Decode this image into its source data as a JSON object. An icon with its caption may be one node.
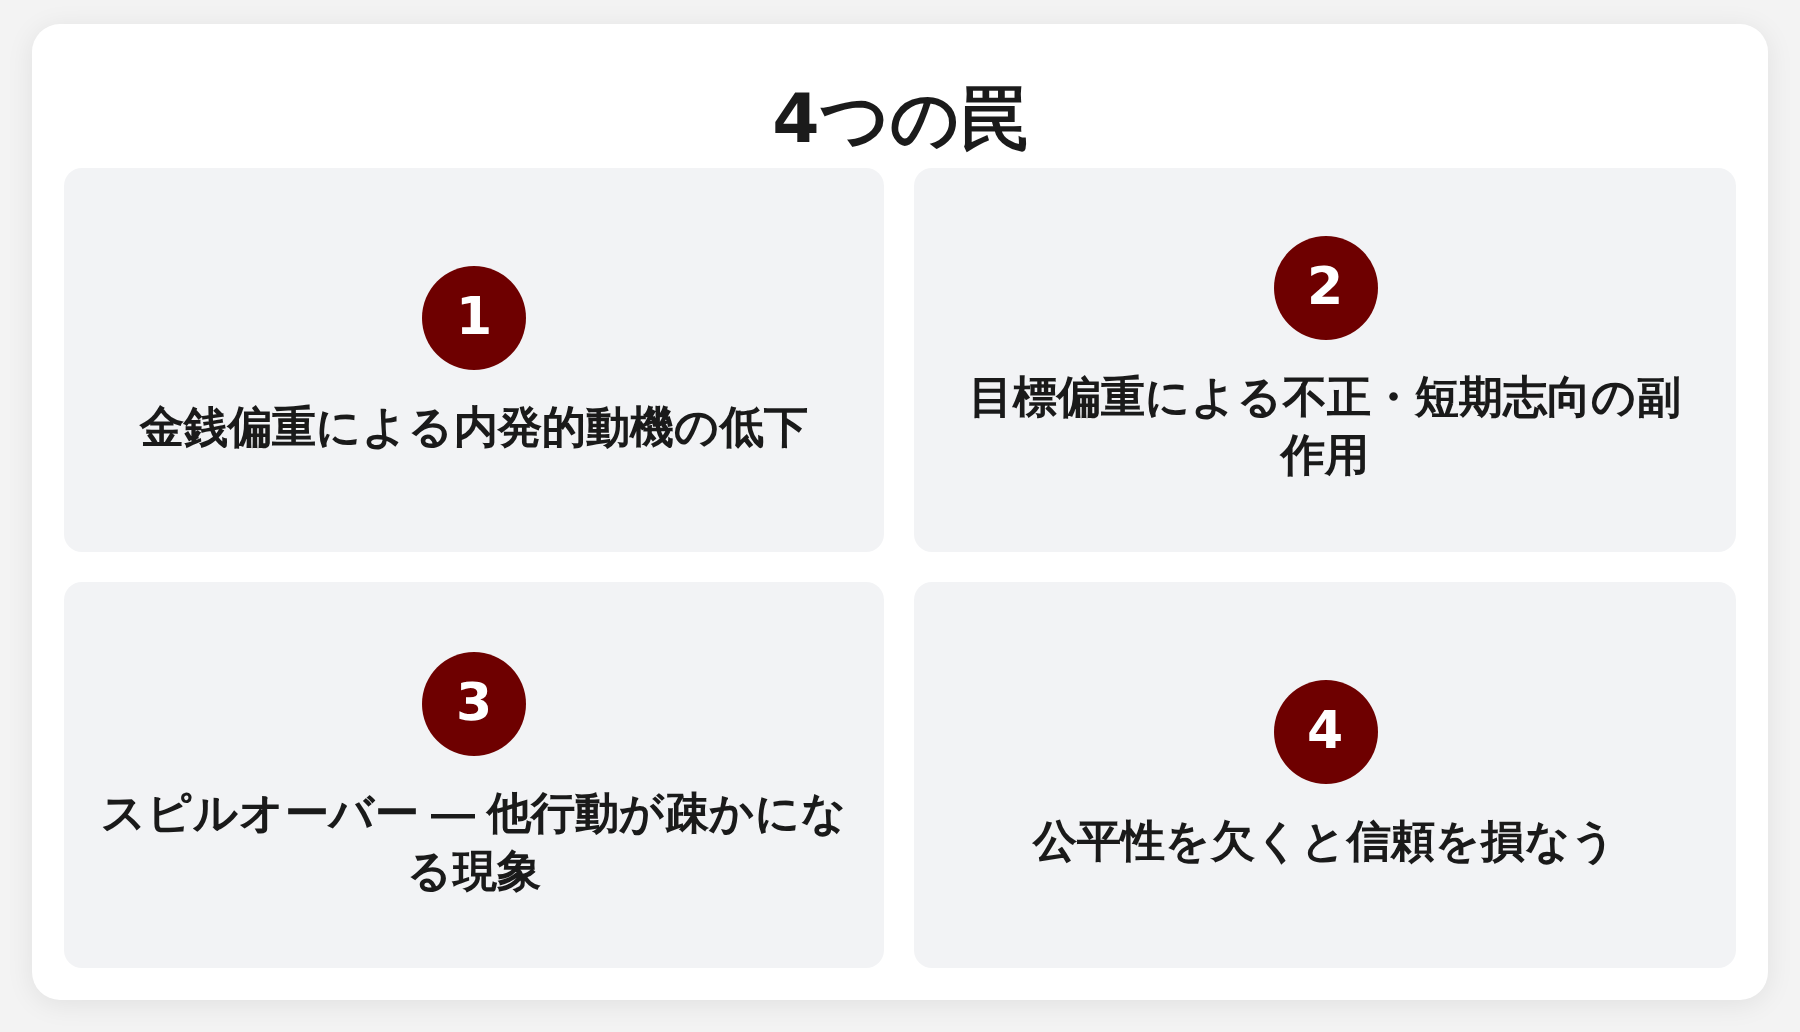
{
  "diagram": {
    "title": "4つの罠",
    "nodes": [
      {
        "text": [
          "金銭偏重による内発的動機の低下"
        ]
      },
      {
        "text": [
          "1"
        ],
        "in": 0
      },
      {
        "text": [
          "目標偏重による不正・短期志向の副作用"
        ]
      },
      {
        "text": [
          "2"
        ],
        "in": 2
      },
      {
        "text": [
          "スピルオーバー — 他行動が疎かになる現象"
        ]
      },
      {
        "text": [
          "3"
        ],
        "in": 4
      },
      {
        "text": [
          "公平性を欠くと信頼を損なう"
        ]
      },
      {
        "text": [
          "4"
        ],
        "in": 6
      }
    ]
  }
}
